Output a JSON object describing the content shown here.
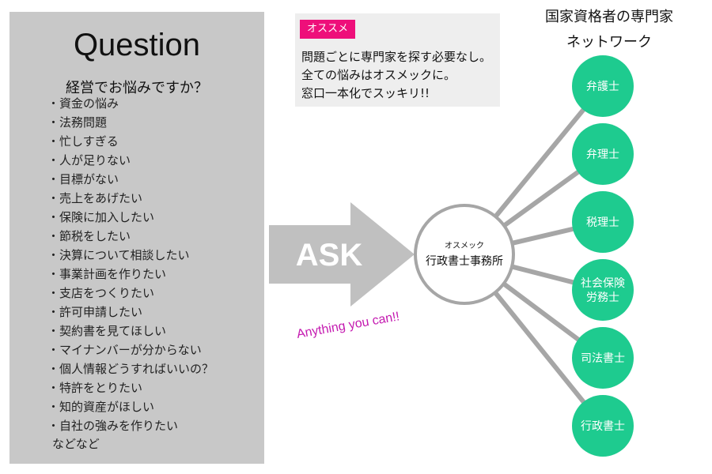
{
  "question_panel": {
    "title": "Question",
    "subtitle": "経営でお悩みですか？",
    "items": [
      "・資金の悩み",
      "・法務問題",
      "・忙しすぎる",
      "・人が足りない",
      "・目標がない",
      "・売上をあげたい",
      "・保険に加入したい",
      "・節税をしたい",
      "・決算について相談したい",
      "・事業計画を作りたい",
      "・支店をつくりたい",
      "・許可申請したい",
      "・契約書を見てほしい",
      "・マイナンバーが分からない",
      "・個人情報どうすればいいの？",
      "・特許をとりたい",
      "・知的資産がほしい",
      "・自社の強みを作りたい"
    ],
    "footer": "などなど"
  },
  "recommend": {
    "badge": "オススメ",
    "lines": [
      "問題ごとに専門家を探す必要なし。",
      "全ての悩みはオスメックに。",
      "窓口一本化でスッキリ!!"
    ]
  },
  "network": {
    "title_line1": "国家資格者の専門家",
    "title_line2": "ネットワーク"
  },
  "arrow": {
    "label": "ASK",
    "tagline": "Anything you can!!"
  },
  "center": {
    "small_label": "オスメック",
    "main_label": "行政書士事務所"
  },
  "nodes": [
    {
      "lines": [
        "弁護士"
      ]
    },
    {
      "lines": [
        "弁理士"
      ]
    },
    {
      "lines": [
        "税理士"
      ]
    },
    {
      "lines": [
        "社会保険",
        "労務士"
      ]
    },
    {
      "lines": [
        "司法書士"
      ]
    },
    {
      "lines": [
        "行政書士"
      ]
    }
  ],
  "colors": {
    "panel_bg": "#c8c8c8",
    "arrow_fill": "#c0c0c0",
    "node_fill": "#1ecb8f",
    "connector": "#a6a6a6",
    "badge": "#ee0f7a",
    "tagline": "#c41ab0"
  }
}
